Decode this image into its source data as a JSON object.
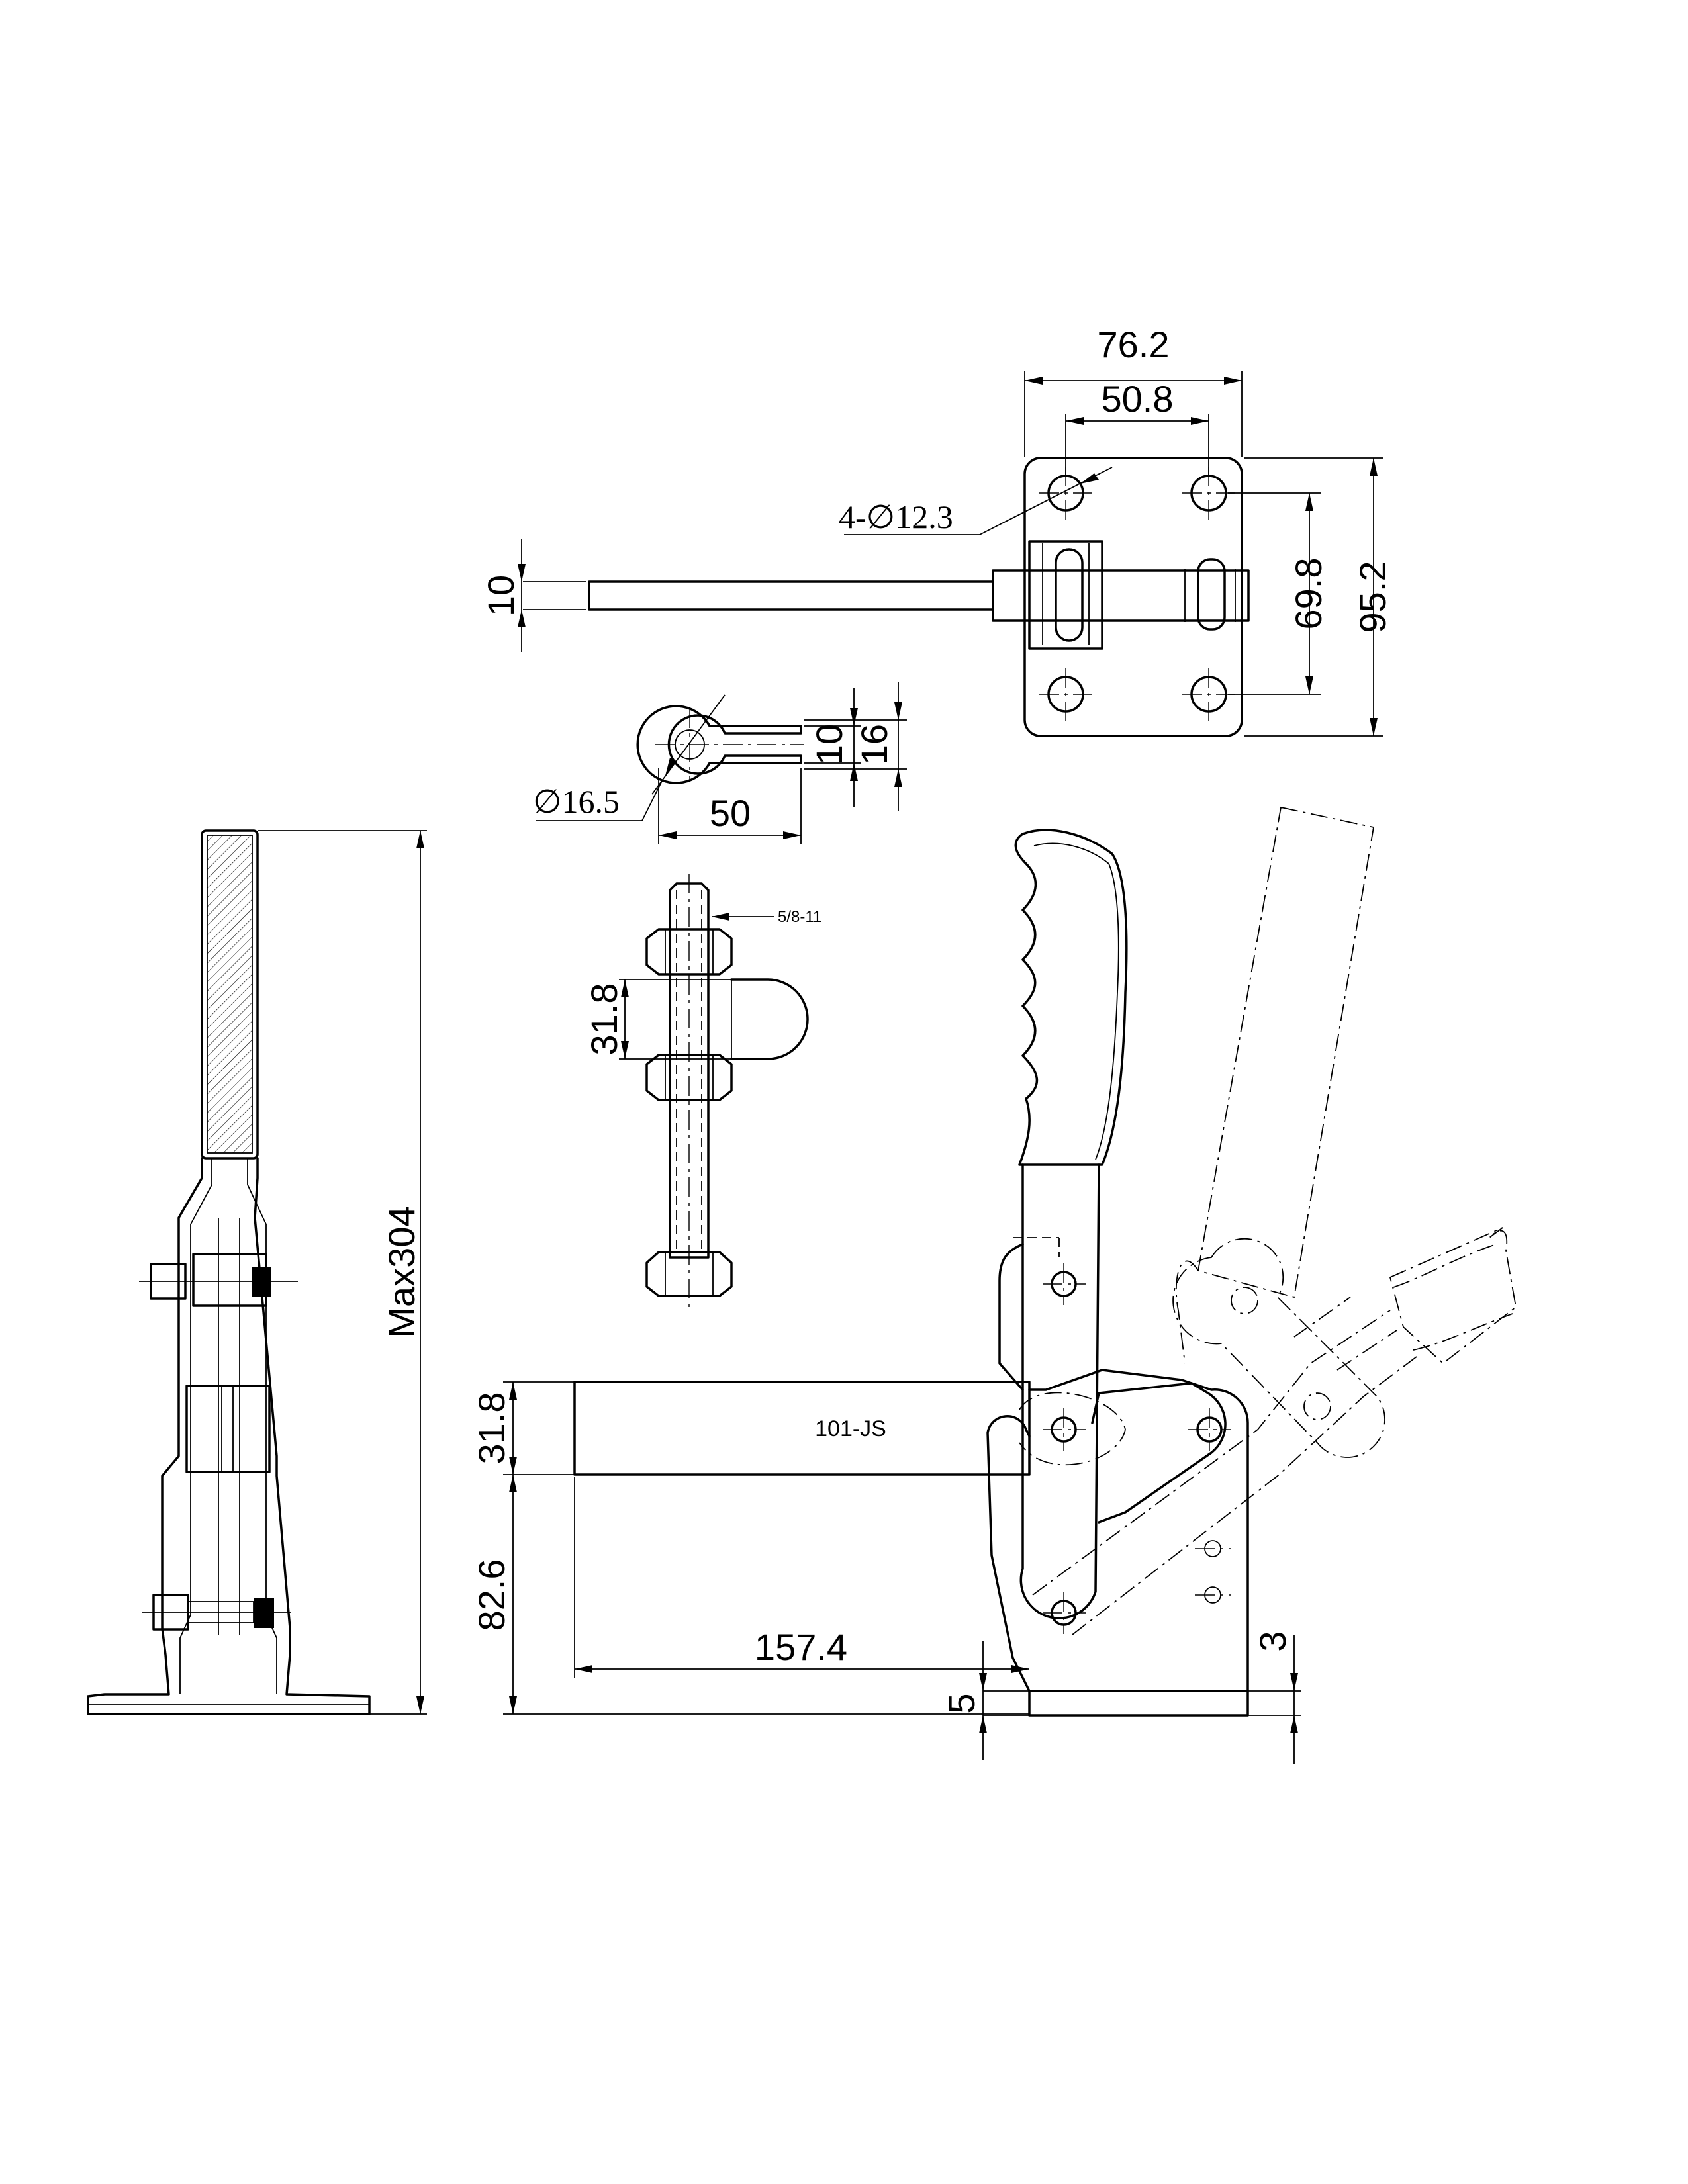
{
  "drawing": {
    "model": "101-JS",
    "dimensions": {
      "base_width": "76.2",
      "hole_spacing_x": "50.8",
      "hole_spacing_y": "69.8",
      "base_length": "95.2",
      "holes": "4-∅12.3",
      "bar_thickness": "10",
      "clamp_eye": "∅16.5",
      "clamp_arm_length": "50",
      "clamp_slot": "10",
      "clamp_height": "16",
      "thread": "5/8-11",
      "spindle_holder": "31.8",
      "max_height": "Max304",
      "bar_height": "31.8",
      "pivot_height": "82.6",
      "reach": "157.4",
      "base_gap": "5",
      "base_plate": "3"
    }
  }
}
